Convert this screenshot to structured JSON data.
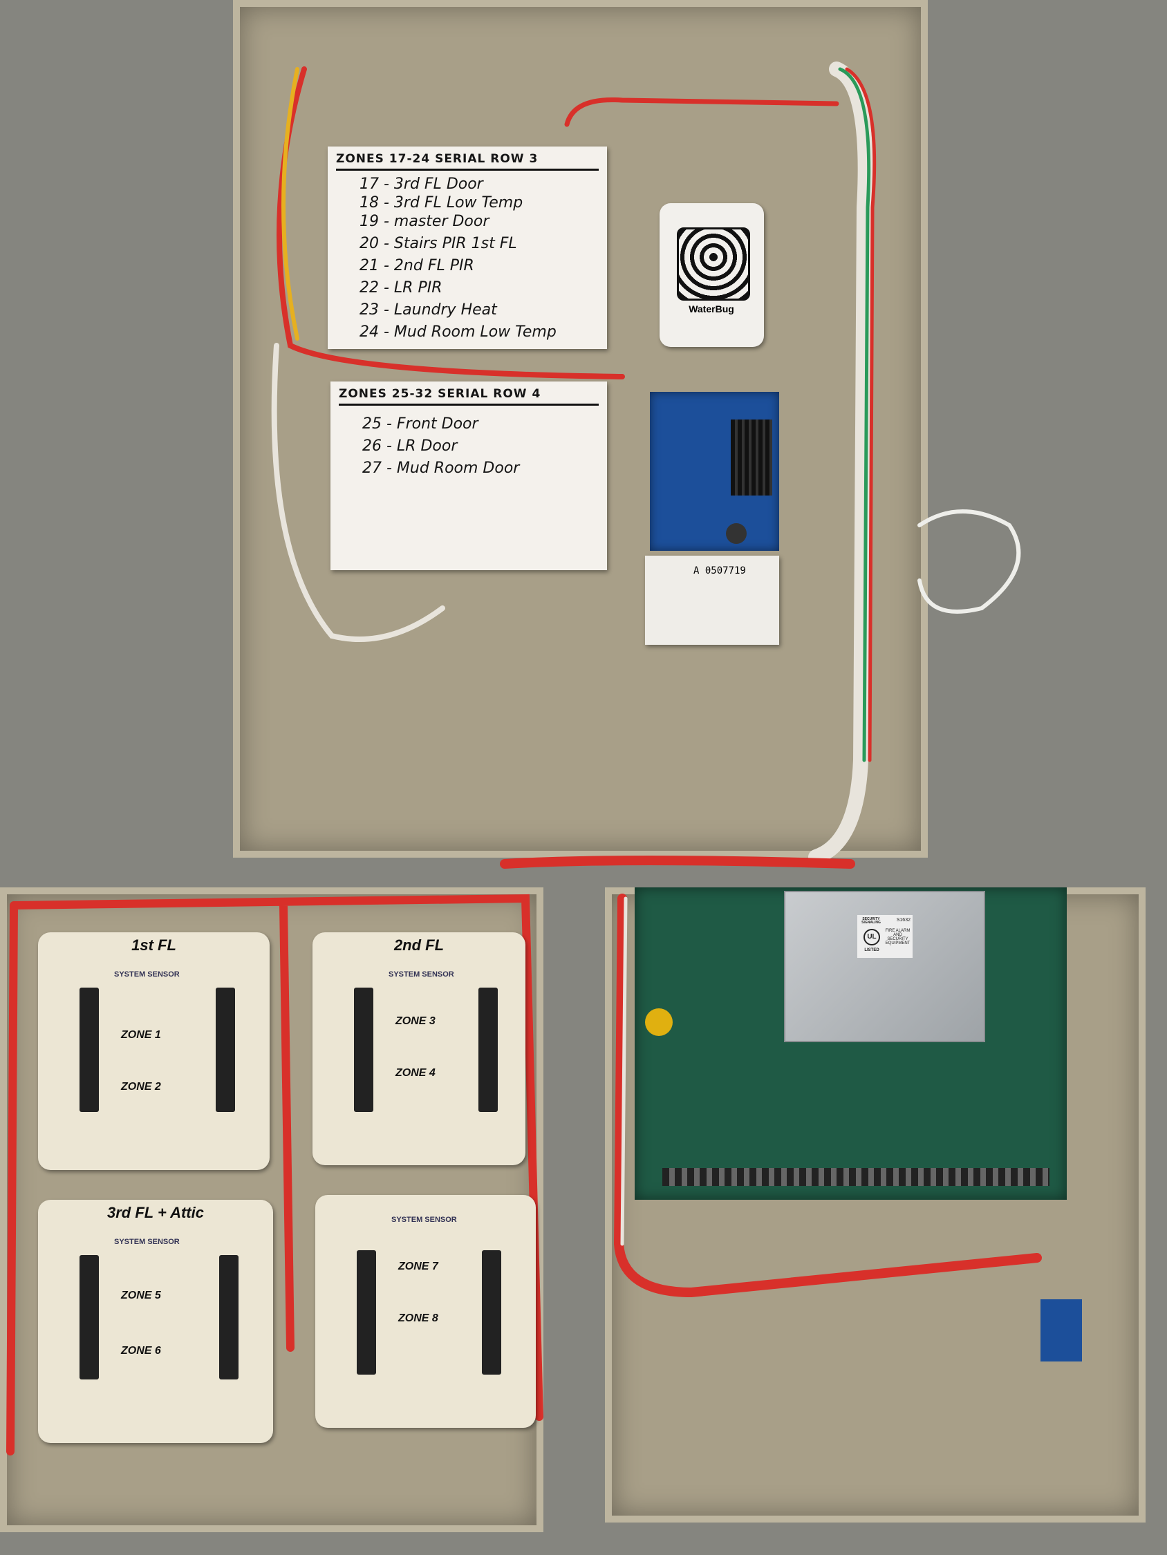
{
  "labels": {
    "zones_17_24": {
      "header": "ZONES 17-24   SERIAL ROW 3",
      "lines": [
        "17 - 3rd FL Door",
        "18 - 3rd FL Low Temp",
        "19 - master Door",
        "20 - Stairs PIR 1st FL",
        "21 - 2nd FL PIR",
        "22 - LR PIR",
        "23 - Laundry Heat",
        "24 - Mud Room Low Temp"
      ]
    },
    "zones_25_32": {
      "header": "ZONES   25-32   SERIAL ROW 4",
      "lines": [
        "25 - Front Door",
        "26 - LR Door",
        "27 - Mud Room Door"
      ]
    }
  },
  "devices": {
    "water_sensor_logo": "WaterBug",
    "serial_box": "A 0507719",
    "ul_label": {
      "top": "SECURITY SIGNALING",
      "mark": "UL",
      "listed": "LISTED",
      "text": "FIRE ALARM AND SECURITY EQUIPMENT",
      "code": "S1632"
    }
  },
  "modules": [
    {
      "title": "1st FL",
      "brand": "SYSTEM SENSOR",
      "zones": [
        "ZONE 1",
        "ZONE 2"
      ]
    },
    {
      "title": "2nd FL",
      "brand": "SYSTEM SENSOR",
      "zones": [
        "ZONE 3",
        "ZONE 4"
      ]
    },
    {
      "title": "3rd FL + Attic",
      "brand": "SYSTEM SENSOR",
      "zones": [
        "ZONE 5",
        "ZONE 6"
      ]
    },
    {
      "title": "",
      "brand": "SYSTEM SENSOR",
      "zones": [
        "ZONE 7",
        "ZONE 8"
      ]
    }
  ],
  "colors": {
    "wall": "#85857f",
    "enclosure": "#a89f88",
    "wire_red": "#d8302a",
    "pcb_green": "#1f5a45",
    "psu_blue": "#1c4f9a"
  }
}
